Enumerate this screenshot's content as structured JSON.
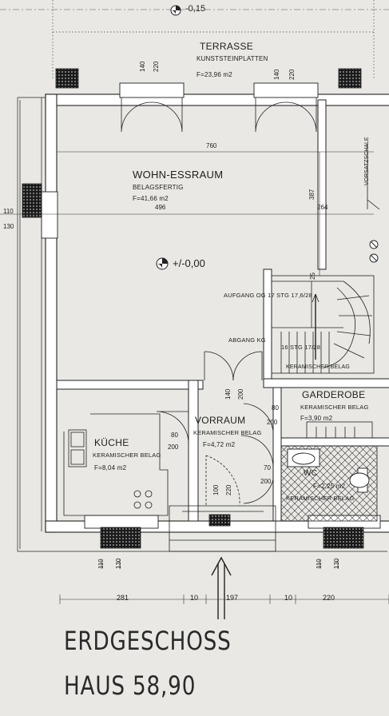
{
  "colors": {
    "paper": "#e9e8e4",
    "ink": "#222222",
    "wall_fill": "#ffffff",
    "hatch": "#333333"
  },
  "levels": {
    "top": "-0,15",
    "floor": "+/-0,00"
  },
  "rooms": {
    "terrasse": {
      "name": "TERRASSE",
      "finish": "KUNSTSTEINPLATTEN",
      "area": "F=23,96 m2"
    },
    "wohn": {
      "name": "WOHN-ESSRAUM",
      "finish": "BELAGSFERTIG",
      "area": "F=41,66 m2"
    },
    "kueche": {
      "name": "KÜCHE",
      "finish": "KERAMISCHER BELAG",
      "area": "F=8,04 m2"
    },
    "vorraum": {
      "name": "VORRAUM",
      "finish": "KERAMISCHER BELAG",
      "area": "F=4,72 m2"
    },
    "garderobe": {
      "name": "GARDEROBE",
      "finish": "KERAMISCHER BELAG",
      "area": "F=3,90 m2"
    },
    "wc": {
      "name": "WC",
      "finish": "KERAMISCHER BELAG",
      "area": "F=2,25 m2"
    },
    "stair_finish": "KERAMISCHER BELAG"
  },
  "stairs": {
    "up": "AUFGANG OG 17 STG 17,6/28",
    "down": "ABGANG KG",
    "down_steps": "16 STG 17/28"
  },
  "dims": {
    "d760": "760",
    "d496": "496",
    "d264": "264",
    "d387": "387",
    "d110": "110",
    "d130": "130",
    "d140": "140",
    "d220": "220",
    "d80": "80",
    "d200": "200",
    "d100": "100",
    "d70": "70",
    "d25": "25",
    "b281": "281",
    "b10": "10",
    "b197": "197",
    "b220": "220",
    "vorsatz": "VORSATZSCHALE"
  },
  "title": {
    "line1": "ERDGESCHOSS",
    "line2": "HAUS 58,90"
  }
}
